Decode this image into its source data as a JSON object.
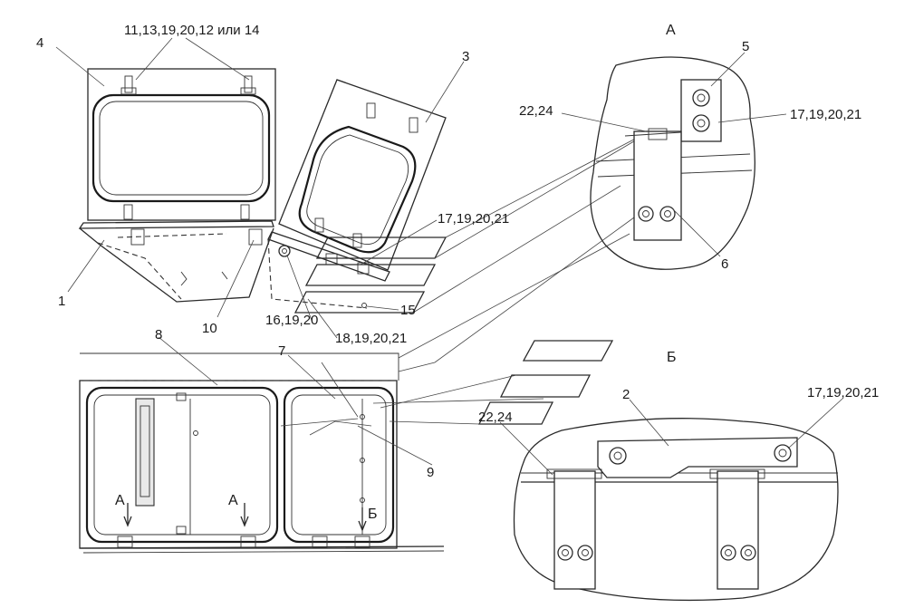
{
  "callouts": {
    "c4": "4",
    "c_top": "11,13,19,20,12 или 14",
    "c3": "3",
    "c1": "1",
    "c10": "10",
    "c17a": "17,19,20,21",
    "c16": "16,19,20",
    "c15": "15",
    "c18": "18,19,20,21",
    "c8": "8",
    "c7": "7",
    "c9": "9",
    "viewA1": "А",
    "viewA2": "А",
    "viewB": "Б"
  },
  "detail_a": {
    "title": "А",
    "c5": "5",
    "c22": "22,24",
    "c17": "17,19,20,21",
    "c6": "6"
  },
  "detail_b": {
    "title": "Б",
    "c2": "2",
    "c17": "17,19,20,21",
    "c22": "22,24"
  }
}
